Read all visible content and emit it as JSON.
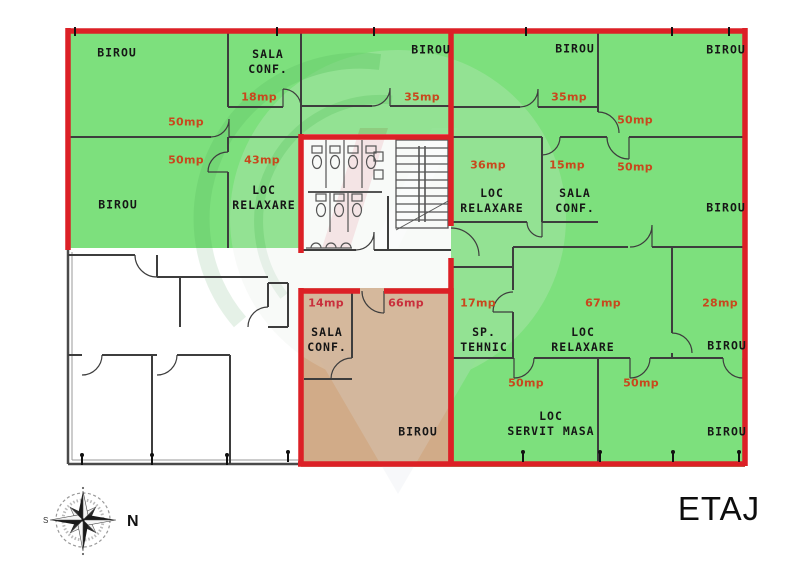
{
  "title": "ETAJ",
  "compass": {
    "north": "N",
    "south": "S"
  },
  "colors": {
    "highlight_red": "#dc2026",
    "room_green": "#7de07d",
    "room_tan": "#d1ab88",
    "wall": "#3d3d3d",
    "area_label_green_zone": "#c8481d",
    "area_label_tan_zone": "#c92f3c"
  },
  "rooms": [
    {
      "id": "birou-nw",
      "name": "BIROU",
      "area": "50mp"
    },
    {
      "id": "sala-conf-nw",
      "name": "SALA\nCONF.",
      "area": "18mp"
    },
    {
      "id": "birou-n-center",
      "name": "BIROU",
      "area": "35mp"
    },
    {
      "id": "birou-w",
      "name": "BIROU",
      "area": "50mp"
    },
    {
      "id": "loc-relaxare-w",
      "name": "LOC\nRELAXARE",
      "area": "43mp"
    },
    {
      "id": "birou-n-right",
      "name": "BIROU",
      "area": "35mp"
    },
    {
      "id": "birou-ne",
      "name": "BIROU",
      "area": "50mp"
    },
    {
      "id": "loc-relaxare-center",
      "name": "LOC\nRELAXARE",
      "area": "36mp"
    },
    {
      "id": "sala-conf-center",
      "name": "SALA\nCONF.",
      "area": "15mp"
    },
    {
      "id": "birou-e",
      "name": "BIROU",
      "area": "50mp"
    },
    {
      "id": "sp-tehnic",
      "name": "SP.\nTEHNIC",
      "area": "17mp"
    },
    {
      "id": "loc-relaxare-se",
      "name": "LOC\nRELAXARE",
      "area": "67mp"
    },
    {
      "id": "birou-se-upper",
      "name": "BIROU",
      "area": "28mp"
    },
    {
      "id": "loc-servit-masa",
      "name": "LOC\nSERVIT MASA",
      "area": "50mp"
    },
    {
      "id": "birou-se",
      "name": "BIROU",
      "area": "50mp"
    },
    {
      "id": "sala-conf-s",
      "name": "SALA\nCONF.",
      "area": "14mp"
    },
    {
      "id": "birou-s",
      "name": "BIROU",
      "area": "66mp"
    }
  ]
}
